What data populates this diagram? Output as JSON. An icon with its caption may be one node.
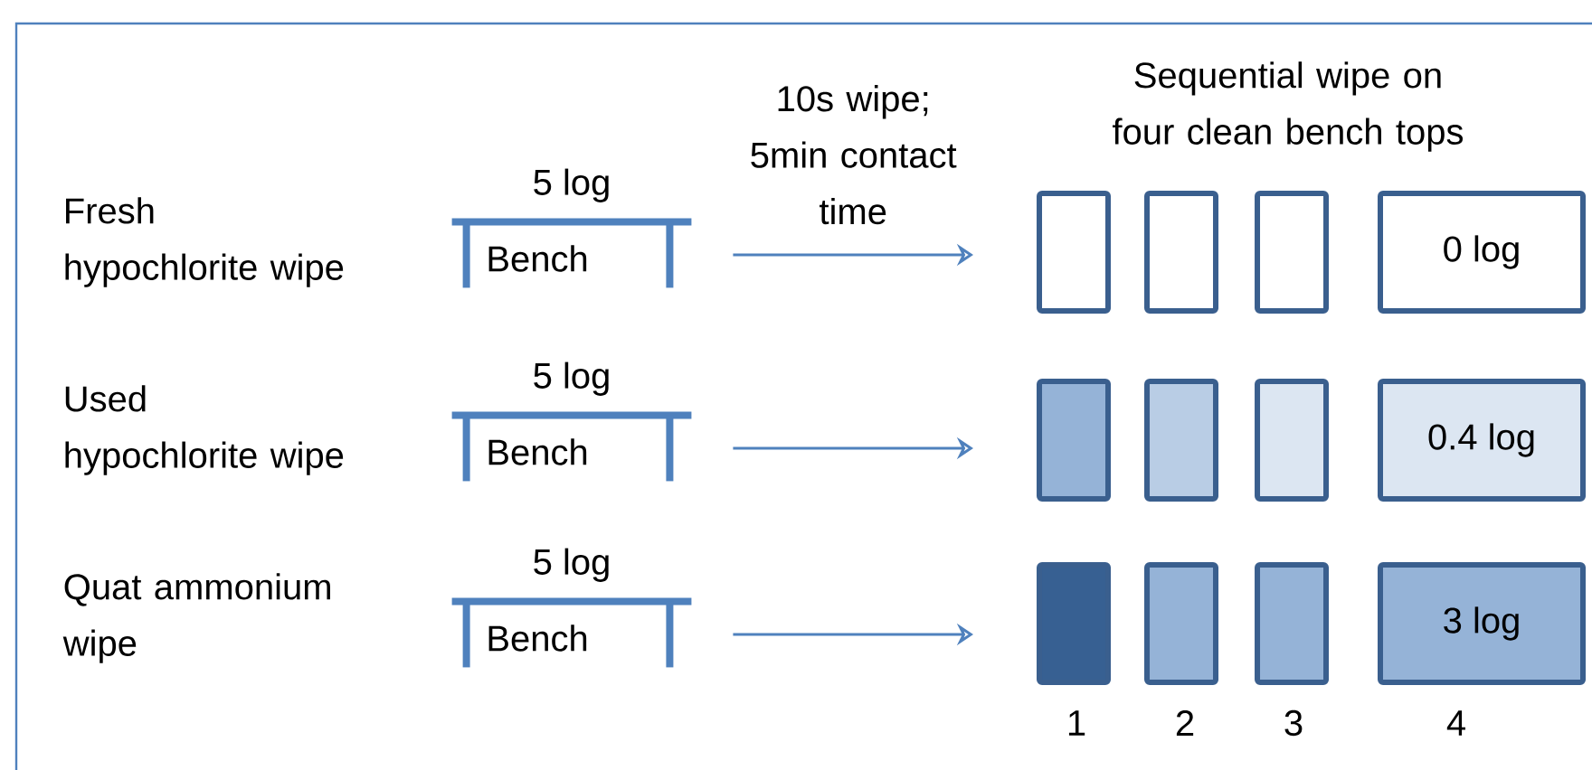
{
  "diagram": {
    "nodes": [
      {
        "text": [
          "Bench"
        ],
        "beside": [
          "5 log"
        ]
      },
      {
        "text": [],
        "shape": "box"
      },
      {
        "text": [],
        "shape": "box"
      },
      {
        "text": [],
        "shape": "box"
      },
      {
        "text": [
          "0 log"
        ]
      },
      {
        "text": [
          "Bench"
        ],
        "beside": [
          "5 log"
        ]
      },
      {
        "text": [],
        "shape": "box"
      },
      {
        "text": [],
        "shape": "box"
      },
      {
        "text": [],
        "shape": "box"
      },
      {
        "text": [
          "0.4 log"
        ]
      },
      {
        "text": [
          "Bench"
        ],
        "beside": [
          "5 log"
        ]
      },
      {
        "text": [],
        "shape": "box"
      },
      {
        "text": [],
        "shape": "box"
      },
      {
        "text": [],
        "shape": "box"
      },
      {
        "text": [
          "3 log"
        ]
      }
    ],
    "edges": [
      {
        "from": 0,
        "to": 1,
        "arrow": "to",
        "label": "10s wipe; 5min contact time"
      },
      {
        "from": 5,
        "to": 6,
        "arrow": "to"
      },
      {
        "from": 10,
        "to": 11,
        "arrow": "to"
      }
    ],
    "labels": [
      "Sequential wipe on four clean bench tops",
      "Fresh hypochlorite wipe",
      "Used hypochlorite wipe",
      "Quat ammonium wipe",
      "1",
      "2",
      "3",
      "4"
    ]
  }
}
